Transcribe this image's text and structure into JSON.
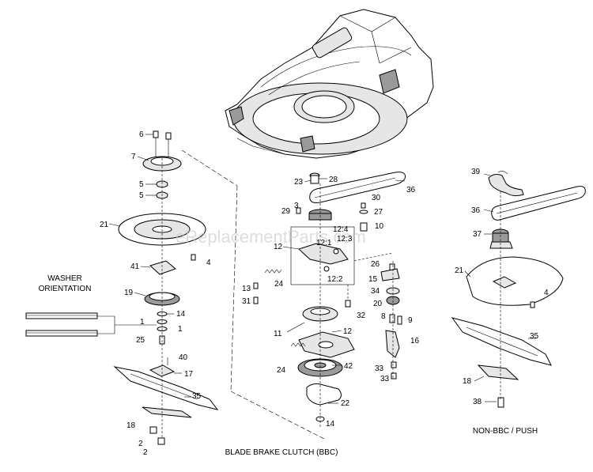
{
  "watermark": "eReplacementParts.com",
  "captions": {
    "washer_orientation_line1": "WASHER",
    "washer_orientation_line2": "ORIENTATION",
    "blade_brake_clutch": "BLADE BRAKE CLUTCH (BBC)",
    "non_bbc_push": "NON-BBC / PUSH"
  },
  "callouts": {
    "c6": "6",
    "c7": "7",
    "c5a": "5",
    "c5b": "5",
    "c21a": "21",
    "c4a": "4",
    "c41": "41",
    "c19": "19",
    "c14a": "14",
    "c1a": "1",
    "c1b": "1",
    "c25": "25",
    "c40": "40",
    "c17": "17",
    "c35a": "35",
    "c18a": "18",
    "c2a": "2",
    "c2b": "2",
    "c23": "23",
    "c28": "28",
    "c36a": "36",
    "c29": "29",
    "c3": "3",
    "c30": "30",
    "c27": "27",
    "c10": "10",
    "c12_4": "12:4",
    "c12_3": "12:3",
    "c12a": "12",
    "c12_1": "12:1",
    "c12_2": "12:2",
    "c13": "13",
    "c24a": "24",
    "c31": "31",
    "c26": "26",
    "c15": "15",
    "c34": "34",
    "c20": "20",
    "c32": "32",
    "c8": "8",
    "c9": "9",
    "c11": "11",
    "c12b": "12",
    "c16": "16",
    "c24b": "24",
    "c42": "42",
    "c33a": "33",
    "c33b": "33",
    "c22": "22",
    "c14b": "14",
    "c39": "39",
    "c36b": "36",
    "c37": "37",
    "c21b": "21",
    "c4b": "4",
    "c35b": "35",
    "c18b": "18",
    "c38": "38"
  }
}
